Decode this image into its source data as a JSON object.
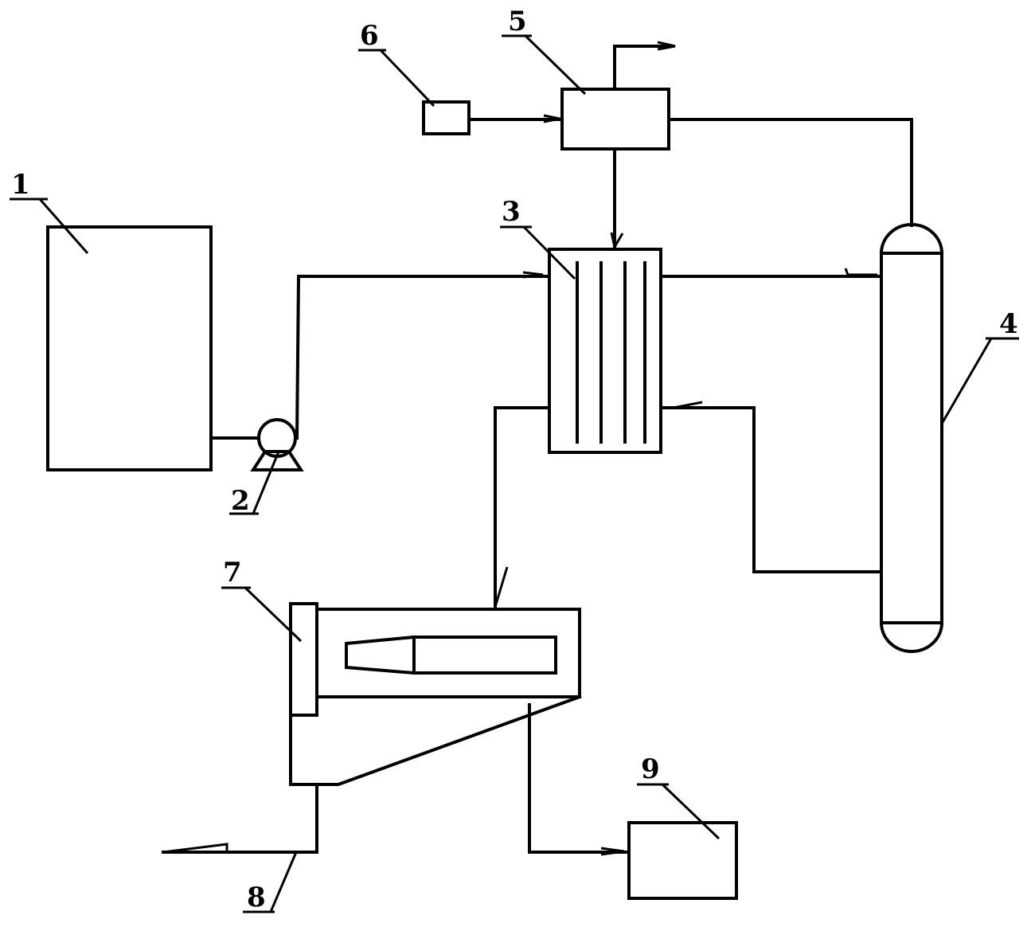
{
  "labels": {
    "c1": "1",
    "c2": "2",
    "c3": "3",
    "c4": "4",
    "c5": "5",
    "c6": "6",
    "c7": "7",
    "c8": "8",
    "c9": "9"
  }
}
